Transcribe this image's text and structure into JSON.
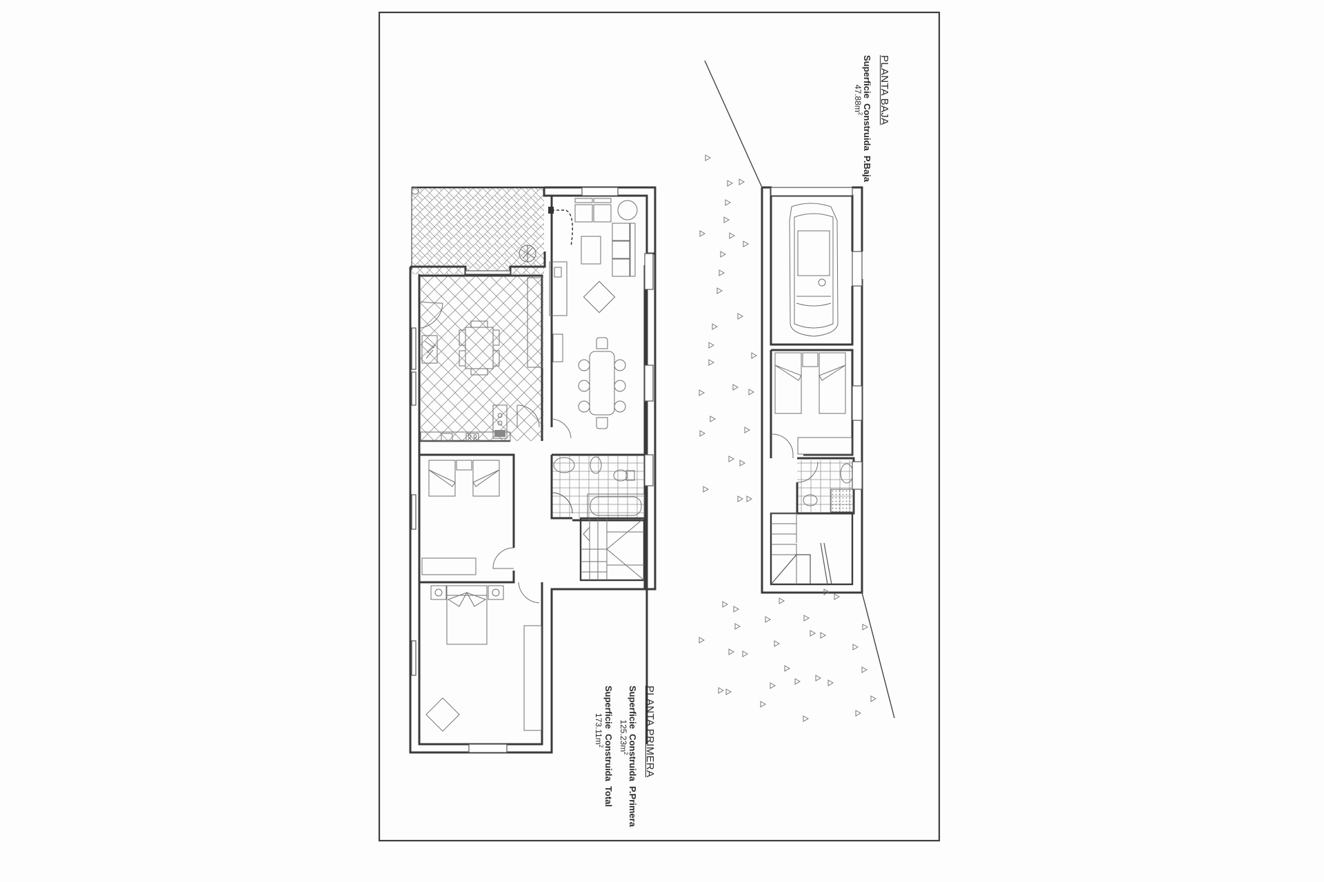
{
  "drawing": {
    "type": "architectural floor plan",
    "orientation": "rotated 90 degrees"
  },
  "planta_baja": {
    "title": "PLANTA BAJA",
    "surface_label": "Superficie  Construida  P.Baja",
    "surface_value": "47.88m",
    "surface_unit_exp": "2",
    "rooms": [
      "garage",
      "bedroom",
      "bathroom",
      "stairs"
    ]
  },
  "planta_primera": {
    "title": "PLANTA PRIMERA",
    "surface_label": "Superficie  Construida  P.Primera",
    "surface_value": "125.23m",
    "surface_unit_exp": "2",
    "total_label": "Superficie  Construida  Total",
    "total_value": "173.11m",
    "total_unit_exp": "2",
    "rooms": [
      "terrace",
      "kitchen",
      "living-dining room",
      "bathroom",
      "stairs",
      "bedroom 1",
      "master bedroom",
      "hallway"
    ]
  },
  "colors": {
    "line": "#3a3a3a",
    "hatch": "#8a8a8a",
    "paper": "#fdfdfd"
  }
}
